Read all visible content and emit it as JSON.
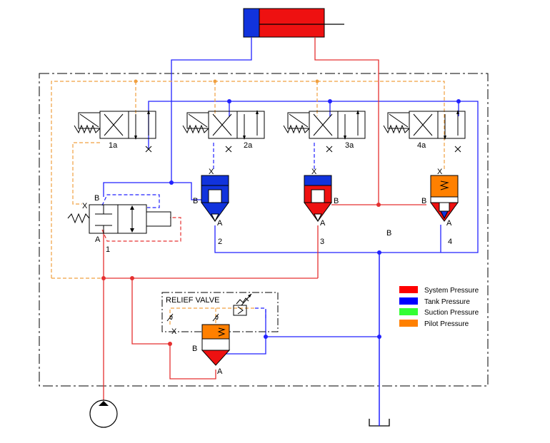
{
  "colors": {
    "system": "#ff0000",
    "tank": "#0000ff",
    "suction": "#33ff33",
    "pilot": "#ff8000",
    "line_red": "#e53030",
    "line_blue": "#2222ff",
    "line_orange": "#f0a040",
    "body_red": "#ee1111",
    "body_blue": "#1133dd",
    "body_orange": "#ff8000"
  },
  "legend": [
    {
      "label": "System Pressure",
      "color": "#ff0000"
    },
    {
      "label": "Tank Pressure",
      "color": "#0000ff"
    },
    {
      "label": "Suction Pressure",
      "color": "#33ff33"
    },
    {
      "label": "Pilot Pressure",
      "color": "#ff8000"
    }
  ],
  "labels": {
    "pilot_valves": [
      "1a",
      "2a",
      "3a",
      "4a"
    ],
    "cartridges": [
      "2",
      "3",
      "4"
    ],
    "valve1": "1",
    "port_x": "X",
    "port_a": "A",
    "port_b": "B",
    "manifold_b": "B",
    "relief_title": "RELIEF VALVE"
  },
  "icons": {
    "cylinder": "hydraulic-cylinder-icon",
    "pump": "pump-icon",
    "tank": "tank-icon",
    "spring": "spring-icon",
    "solenoid": "solenoid-icon"
  }
}
